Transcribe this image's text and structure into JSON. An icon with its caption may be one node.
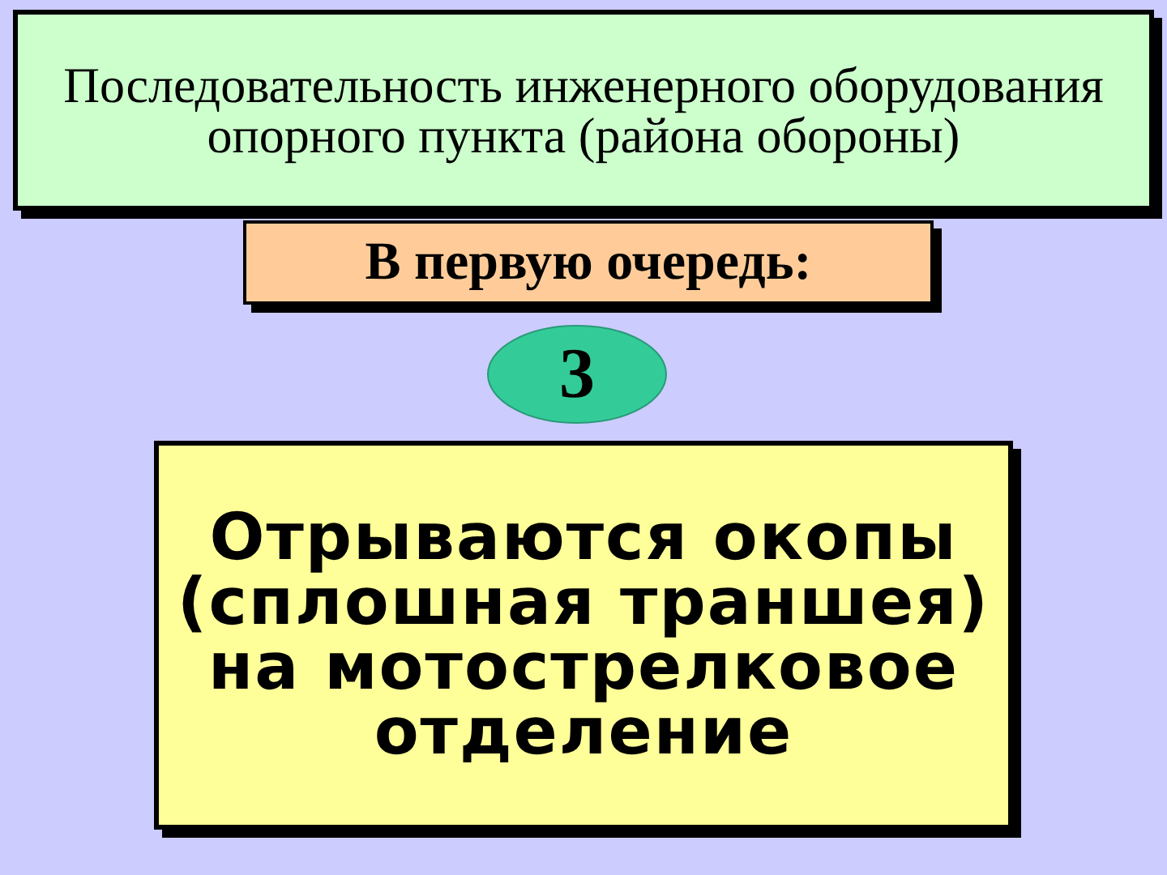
{
  "diagram": {
    "nodes": [
      {
        "text": [
          "Последовательность инженерного оборудования опорного пункта (района обороны)"
        ]
      },
      {
        "text": [
          "В первую очередь:"
        ]
      },
      {
        "text": [
          "3"
        ]
      },
      {
        "text": [
          "Отрываются окопы (сплошная траншея) на мотострелковое отделение"
        ]
      }
    ]
  }
}
